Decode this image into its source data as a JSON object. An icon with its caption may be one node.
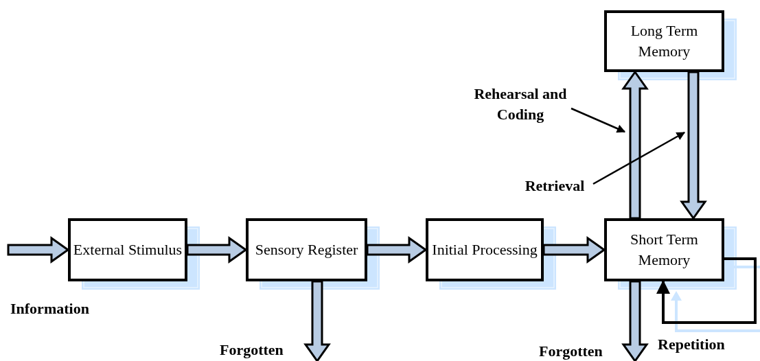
{
  "diagram": {
    "nodes": [
      {
        "text": [
          "External Stimulus"
        ]
      },
      {
        "text": [
          "Sensory Register"
        ]
      },
      {
        "text": [
          "Initial Processing"
        ]
      },
      {
        "text": [
          "Short Term Memory"
        ]
      },
      {
        "text": [
          "Long Term Memory"
        ]
      },
      {
        "text": [
          "Rehearsal and Coding"
        ]
      },
      {
        "text": [
          "Retrieval"
        ]
      }
    ],
    "edges": [
      {
        "from": null,
        "to": 0,
        "arrow": "to",
        "style": "thick"
      },
      {
        "from": 0,
        "to": 1,
        "arrow": "to",
        "style": "thick"
      },
      {
        "from": 1,
        "to": 2,
        "arrow": "to",
        "style": "thick"
      },
      {
        "from": 2,
        "to": 3,
        "arrow": "to",
        "style": "thick"
      },
      {
        "from": 1,
        "to": null,
        "arrow": "to",
        "style": "thick"
      },
      {
        "from": 3,
        "to": null,
        "arrow": "to",
        "style": "thick"
      },
      {
        "from": 3,
        "to": 4,
        "arrow": "to",
        "style": "thick"
      },
      {
        "from": 4,
        "to": 3,
        "arrow": "to",
        "style": "thick"
      },
      {
        "from": 3,
        "to": 3,
        "arrow": "to"
      },
      {
        "from": 5,
        "to": null,
        "arrow": "to"
      },
      {
        "from": 6,
        "to": null,
        "arrow": "to"
      }
    ],
    "labels": [
      "Information",
      "Forgotten",
      "Forgotten",
      "Repetition"
    ]
  }
}
